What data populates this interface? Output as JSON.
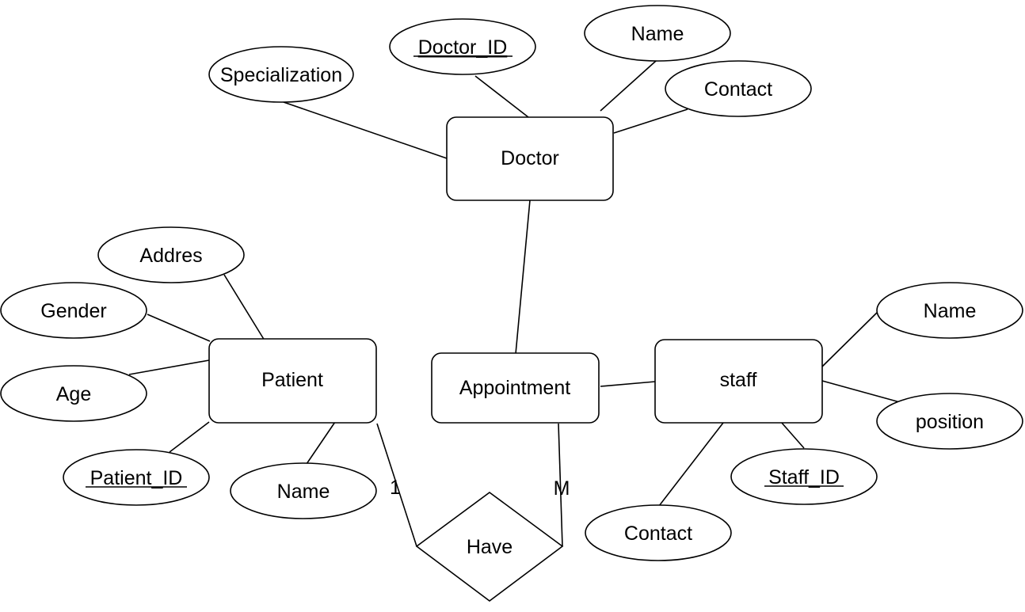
{
  "entities": {
    "doctor": "Doctor",
    "patient": "Patient",
    "appointment": "Appointment",
    "staff": "staff"
  },
  "relationship": {
    "have": "Have"
  },
  "attributes": {
    "doctor": {
      "specialization": "Specialization",
      "doctor_id": "Doctor_ID",
      "name": "Name",
      "contact": "Contact"
    },
    "patient": {
      "address": "Addres",
      "gender": "Gender",
      "age": "Age",
      "patient_id": "Patient_ID",
      "name": "Name"
    },
    "staff": {
      "name": "Name",
      "position": "position",
      "staff_id": "Staff_ID",
      "contact": "Contact"
    }
  },
  "cardinality": {
    "patient_side": "1",
    "appointment_side": "M"
  }
}
